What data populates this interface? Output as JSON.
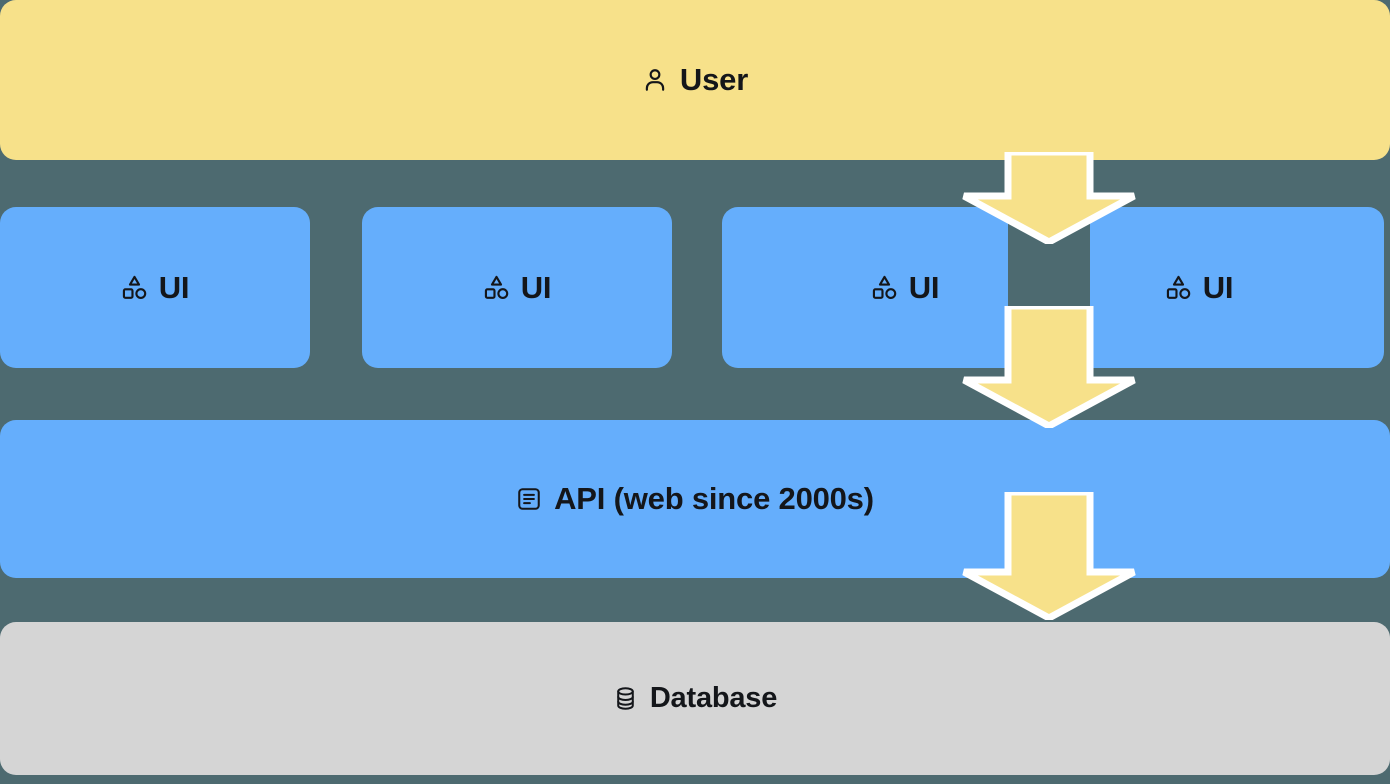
{
  "diagram": {
    "title": "Layered application architecture with user, UI, API and database",
    "background_color": "#4d6a70",
    "colors": {
      "user": "#f7e18a",
      "ui": "#65aefc",
      "api": "#65aefc",
      "database": "#d5d5d5",
      "arrow_fill": "#f7e18a",
      "arrow_stroke": "#ffffff",
      "text": "#14161a"
    }
  },
  "layers": {
    "user": {
      "label": "User",
      "icon": "person-icon"
    },
    "ui_row": {
      "boxes": [
        {
          "label": "UI",
          "icon": "shapes-icon"
        },
        {
          "label": "UI",
          "icon": "shapes-icon"
        },
        {
          "label": "UI",
          "icon": "shapes-icon"
        },
        {
          "label": "UI",
          "icon": "shapes-icon"
        }
      ]
    },
    "api": {
      "label": "API (web since 2000s)",
      "icon": "document-list-icon"
    },
    "database": {
      "label": "Database",
      "icon": "database-cylinder-icon"
    }
  },
  "arrows": [
    {
      "name": "arrow-user-to-ui",
      "from": "User",
      "to": "UI",
      "direction": "down"
    },
    {
      "name": "arrow-ui-to-api",
      "from": "UI",
      "to": "API (web since 2000s)",
      "direction": "down"
    },
    {
      "name": "arrow-api-to-database",
      "from": "API (web since 2000s)",
      "to": "Database",
      "direction": "down"
    }
  ]
}
